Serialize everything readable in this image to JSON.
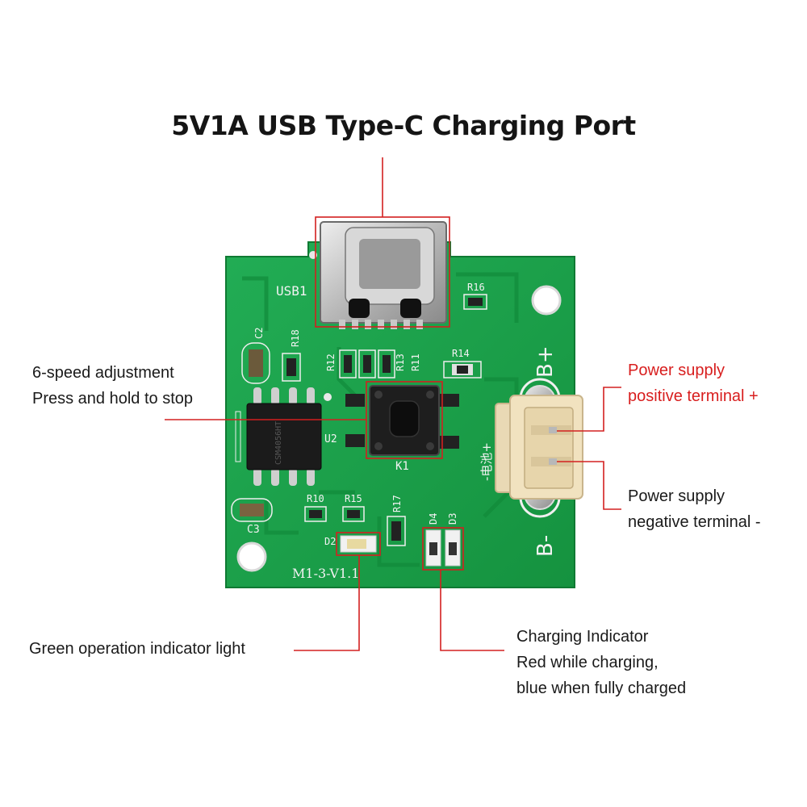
{
  "title": "5V1A USB Type-C Charging Port",
  "callouts": {
    "adjust_line1": "6-speed adjustment",
    "adjust_line2": "Press and hold to stop",
    "pos_line1": "Power supply",
    "pos_line2": "positive terminal +",
    "neg_line1": "Power supply",
    "neg_line2": "negative terminal -",
    "green_led": "Green operation indicator light",
    "charge_line1": "Charging Indicator",
    "charge_line2": "Red while charging,",
    "charge_line3": "blue when fully charged"
  },
  "silkscreen": {
    "usb": "USB1",
    "r16": "R16",
    "c2": "C2",
    "r18": "R18",
    "r12": "R12",
    "r13": "R13",
    "r11": "R11",
    "r14": "R14",
    "u2": "U2",
    "k1": "K1",
    "r10": "R10",
    "r15": "R15",
    "r17": "R17",
    "d4": "D4",
    "d3": "D3",
    "d2": "D2",
    "c3": "C3",
    "board_id": "M1-3-V1.1",
    "b_plus": "B+",
    "b_minus": "B-",
    "battery_mark": "-电池+",
    "chip_mark": "CSM4056HT"
  },
  "colors": {
    "pcb": "#19a04a",
    "callout_line": "#d32020",
    "warning_text": "#d81e1e"
  }
}
